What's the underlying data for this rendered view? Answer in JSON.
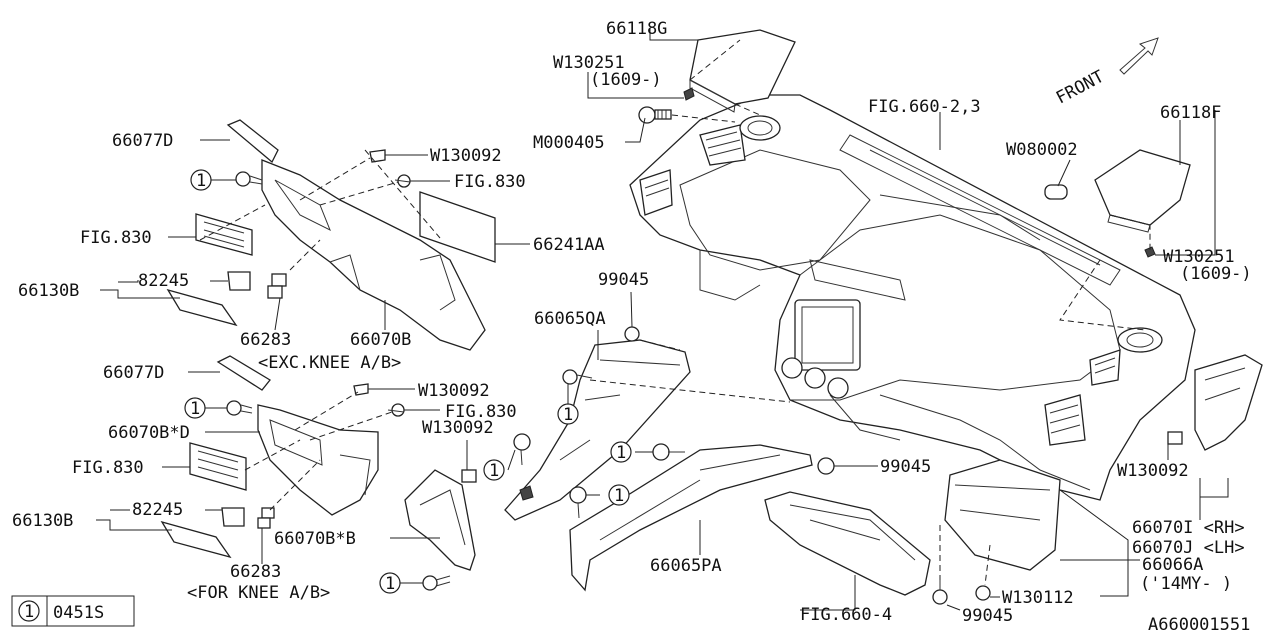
{
  "labels": {
    "p66118G": "66118G",
    "w130251_top": "W130251",
    "w130251_top_sub": "(1609-)",
    "m000405": "M000405",
    "fig660_23": "FIG.660-2,3",
    "front": "FRONT",
    "p66118F": "66118F",
    "w080002": "W080002",
    "w130251_right": "W130251",
    "w130251_right_sub": "(1609-)",
    "p66077D_top": "66077D",
    "w130092_a": "W130092",
    "fig830_a": "FIG.830",
    "fig830_b": "FIG.830",
    "p66241AA": "66241AA",
    "p66130B_top": "66130B",
    "p82245_top": "82245",
    "p66283_top": "66283",
    "p66070B": "66070B",
    "exc_knee": "<EXC.KNEE A/B>",
    "p99045_top": "99045",
    "p66065QA": "66065QA",
    "p66077D_bottom": "66077D",
    "w130092_b": "W130092",
    "fig830_c": "FIG.830",
    "p66070BD": "66070B*D",
    "w130092_c": "W130092",
    "fig830_d": "FIG.830",
    "p66130B_bottom": "66130B",
    "p82245_bottom": "82245",
    "p66283_bottom": "66283",
    "p66070BB": "66070B*B",
    "for_knee": "<FOR KNEE A/B>",
    "p99045_mid": "99045",
    "p66065PA": "66065PA",
    "w130092_right": "W130092",
    "p66070I": "66070I <RH>",
    "p66070J": "66070J <LH>",
    "p66066A": "66066A",
    "p66066A_sub": "('14MY- )",
    "w130112": "W130112",
    "p99045_bottom": "99045",
    "fig660_4": "FIG.660-4",
    "diagram_id": "A660001551",
    "legend_num": "1",
    "legend_code": "0451S",
    "callout": "1"
  }
}
